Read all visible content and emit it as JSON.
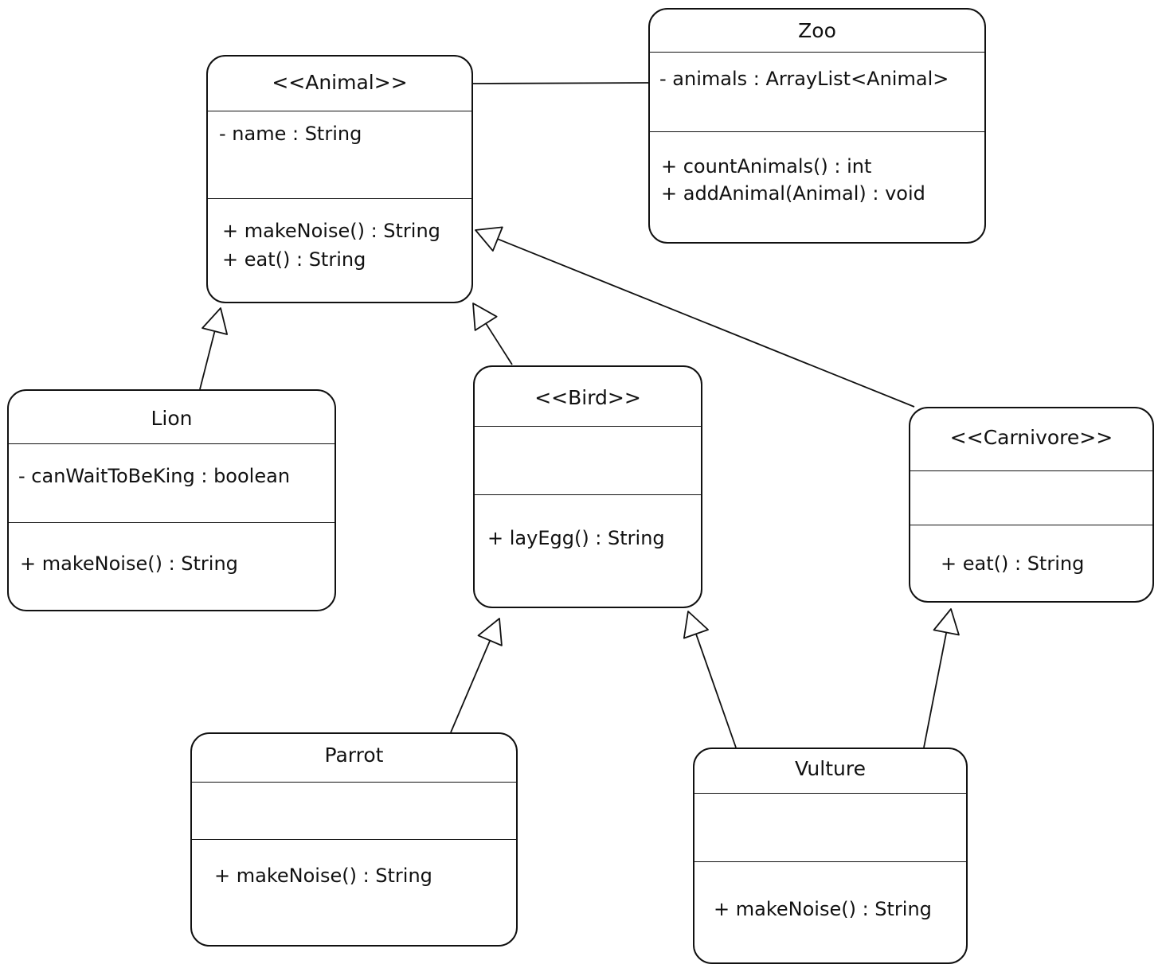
{
  "diagram": {
    "classes": {
      "animal": {
        "name": "<<Animal>>",
        "attributes": [
          "- name : String"
        ],
        "methods": [
          "+ makeNoise() : String",
          "+ eat() : String"
        ]
      },
      "zoo": {
        "name": "Zoo",
        "attributes": [
          "- animals : ArrayList<Animal>"
        ],
        "methods": [
          "+ countAnimals() : int",
          "+ addAnimal(Animal) : void"
        ]
      },
      "lion": {
        "name": "Lion",
        "attributes": [
          "- canWaitToBeKing : boolean"
        ],
        "methods": [
          "+ makeNoise() : String"
        ]
      },
      "bird": {
        "name": "<<Bird>>",
        "attributes": [],
        "methods": [
          "+ layEgg() : String"
        ]
      },
      "carnivore": {
        "name": "<<Carnivore>>",
        "attributes": [],
        "methods": [
          "+ eat() : String"
        ]
      },
      "parrot": {
        "name": "Parrot",
        "attributes": [],
        "methods": [
          "+ makeNoise() : String"
        ]
      },
      "vulture": {
        "name": "Vulture",
        "attributes": [],
        "methods": [
          "+ makeNoise() : String"
        ]
      }
    },
    "relationships": [
      {
        "from": "zoo",
        "to": "animal",
        "kind": "association"
      },
      {
        "from": "lion",
        "to": "animal",
        "kind": "inheritance"
      },
      {
        "from": "bird",
        "to": "animal",
        "kind": "inheritance"
      },
      {
        "from": "carnivore",
        "to": "animal",
        "kind": "inheritance"
      },
      {
        "from": "parrot",
        "to": "bird",
        "kind": "inheritance"
      },
      {
        "from": "vulture",
        "to": "bird",
        "kind": "inheritance"
      },
      {
        "from": "vulture",
        "to": "carnivore",
        "kind": "inheritance"
      }
    ]
  }
}
